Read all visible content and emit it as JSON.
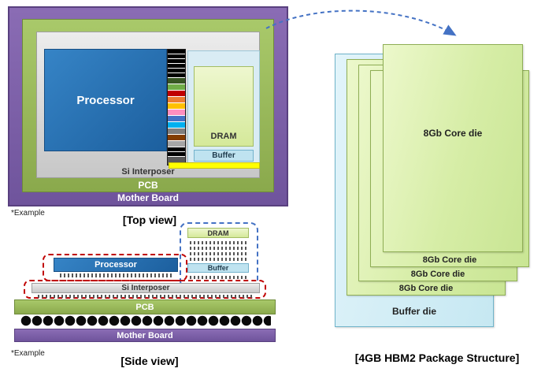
{
  "top_view": {
    "caption": "[Top view]",
    "example_note": "*Example",
    "labels": {
      "motherboard": "Mother Board",
      "pcb": "PCB",
      "si_interposer": "Si Interposer",
      "processor": "Processor",
      "dram": "DRAM",
      "buffer": "Buffer"
    }
  },
  "side_view": {
    "caption": "[Side view]",
    "example_note": "*Example",
    "labels": {
      "processor": "Processor",
      "dram": "DRAM",
      "buffer": "Buffer",
      "si_interposer": "Si Interposer",
      "pcb": "PCB",
      "motherboard": "Mother Board"
    }
  },
  "package_structure": {
    "caption": "[4GB HBM2 Package Structure]",
    "front_core_die": "8Gb Core die",
    "stacked_core_dies": [
      "8Gb Core die",
      "8Gb Core die",
      "8Gb Core die"
    ],
    "buffer_die": "Buffer die"
  },
  "colors": {
    "motherboard_purple": "#7B5EA7",
    "pcb_green": "#9BBB59",
    "interposer_gray": "#D6D6D6",
    "processor_blue": "#2271B8",
    "dram_green": "#DFF0AE",
    "buffer_blue": "#BFE3F0",
    "core_die_green": "#DDF2AB",
    "buffer_die_blue": "#CDEBF5",
    "arrow_blue": "#4472C4",
    "highlight_red": "#CC0000",
    "phy_yellow": "#FFFF00"
  }
}
